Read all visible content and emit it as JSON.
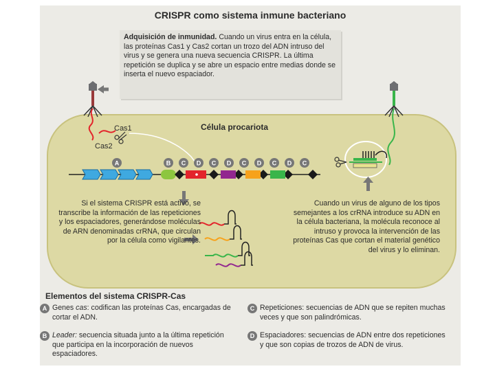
{
  "title": "CRISPR como sistema inmune bacteriano",
  "acquisition": {
    "heading": "Adquisición de inmunidad.",
    "text": " Cuando un virus entra en la célula, las proteínas Cas1 y Cas2 cortan un trozo del ADN intruso del virus y se genera una nueva secuencia CRISPR. La última repetición se duplica y se abre un espacio entre medias donde se inserta el nuevo espaciador."
  },
  "cell_label": "Célula procariota",
  "cas_labels": {
    "cas1": "Cas1",
    "cas2": "Cas2"
  },
  "locus_letters": [
    "A",
    "B",
    "C",
    "D",
    "C",
    "D",
    "C",
    "D",
    "C",
    "D",
    "C"
  ],
  "text_left": "Si el sistema CRISPR está activo, se transcribe la información de las repeticiones y los espaciadores, generándose moléculas de ARN denominadas crRNA, que circulan por la célula como vigilantes.",
  "text_right": "Cuando un virus de alguno de los tipos semejantes a los crRNA introduce su ADN en la célula bacteriana, la molécula reconoce al intruso y provoca la intervención de las proteínas Cas que cortan el material genético del virus y lo eliminan.",
  "elements_title": "Elementos del sistema CRISPR-Cas",
  "legend": [
    {
      "letter": "A",
      "term": "Genes cas:",
      "italic_part": "cas",
      "text": " codifican las proteínas Cas, encargadas de cortar el ADN."
    },
    {
      "letter": "B",
      "term": "Leader:",
      "text": " secuencia situada junto a la última repetición que participa en la incorporación de nuevos espaciadores."
    },
    {
      "letter": "C",
      "term": "Repeticiones:",
      "text": " secuencias de ADN que se repiten muchas veces y que son palindrómicas."
    },
    {
      "letter": "D",
      "term": "Espaciadores:",
      "text": " secuencias de ADN entre dos repeticiones y que son copias de trozos de ADN de virus."
    }
  ],
  "colors": {
    "cell_fill": "#ddd9a4",
    "cas_gene": "#3fa9e0",
    "leader": "#8dc63f",
    "repeat": "#1a1a1a",
    "spacer_red": "#e3242b",
    "spacer_purple": "#92278f",
    "spacer_orange": "#f7a21b",
    "spacer_green": "#39b54a"
  }
}
